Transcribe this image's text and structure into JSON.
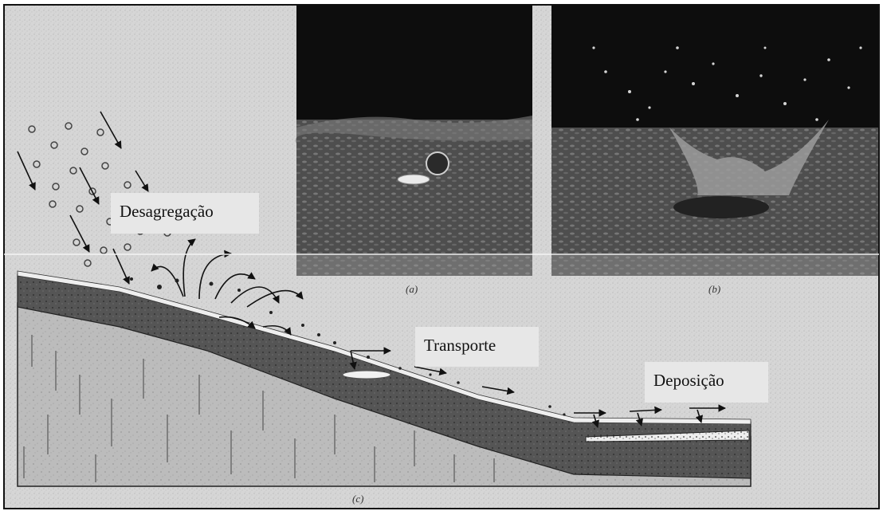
{
  "photos": [
    {
      "id": "a",
      "caption": "(a)"
    },
    {
      "id": "b",
      "caption": "(b)"
    }
  ],
  "diagram": {
    "caption": "(c)"
  },
  "labels": {
    "desagregacao": "Desagregação",
    "transporte": "Transporte",
    "deposicao": "Deposição"
  },
  "colors": {
    "background": "#ffffff",
    "panel": "#d9d9d9",
    "photo_dark": "#111111",
    "soil_gray": "#b8b8b8",
    "topsoil_dark": "#4a4a4a",
    "label_bg": "#e7e7e7"
  }
}
